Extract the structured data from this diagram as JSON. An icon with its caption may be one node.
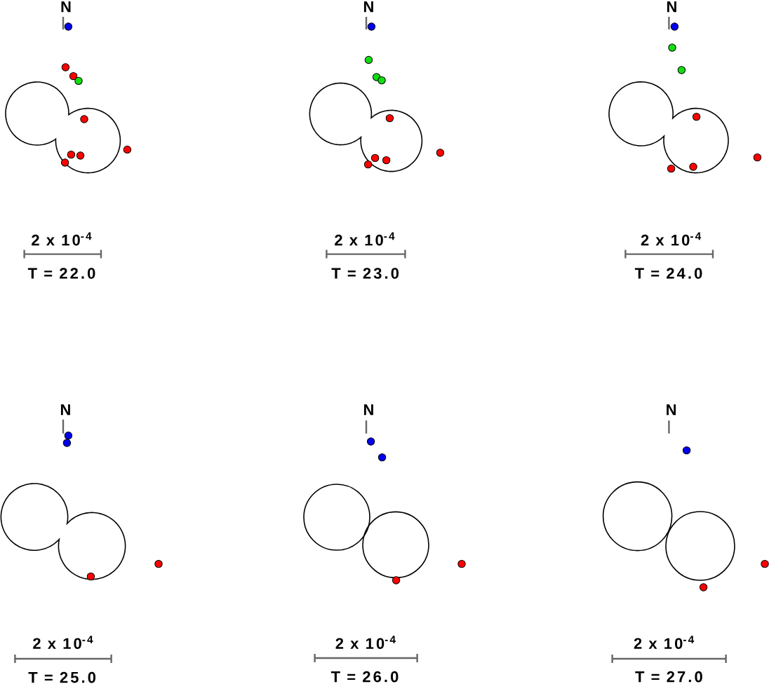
{
  "diagram": {
    "labels": [
      "N",
      "2 x 10$^{-4}$",
      "T = 22.0",
      "N",
      "2 x 10$^{-4}$",
      "T = 23.0",
      "N",
      "2 x 10$^{-4}$",
      "T = 24.0",
      "N",
      "2 x 10$^{-4}$",
      "T = 25.0",
      "N",
      "2 x 10$^{-4}$",
      "T = 26.0",
      "N",
      "2 x 10$^{-4}$",
      "T = 27.0"
    ]
  }
}
